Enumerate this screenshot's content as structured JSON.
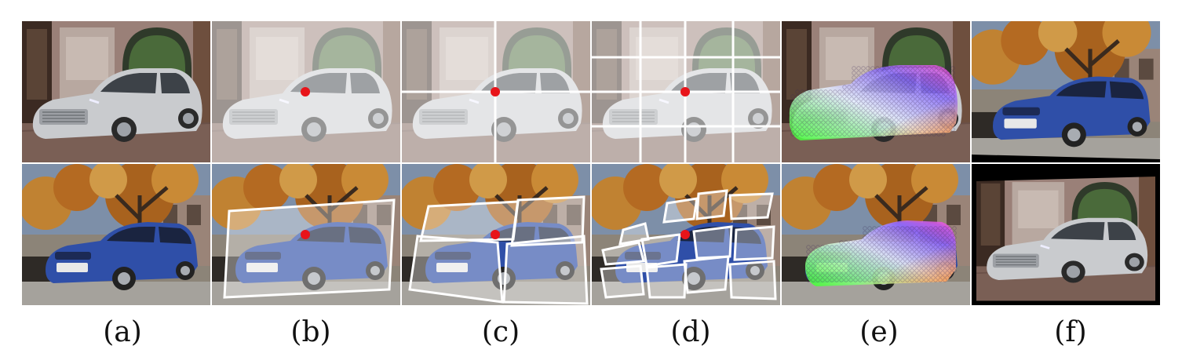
{
  "figure": {
    "columns": [
      {
        "id": "a",
        "label": "(a)"
      },
      {
        "id": "b",
        "label": "(b)"
      },
      {
        "id": "c",
        "label": "(c)"
      },
      {
        "id": "d",
        "label": "(d)"
      },
      {
        "id": "e",
        "label": "(e)"
      },
      {
        "id": "f",
        "label": "(f)"
      }
    ],
    "row_top_subject": "silver sedan in front of building",
    "row_bottom_subject": "blue wagon under autumn trees",
    "colors": {
      "silver_car": "#c9cbce",
      "blue_car": "#2f4fa8",
      "overlay": "#ffffff",
      "keypoint": "#e8141a",
      "grid_lines": "#ffffff",
      "border_black": "#000000"
    }
  }
}
